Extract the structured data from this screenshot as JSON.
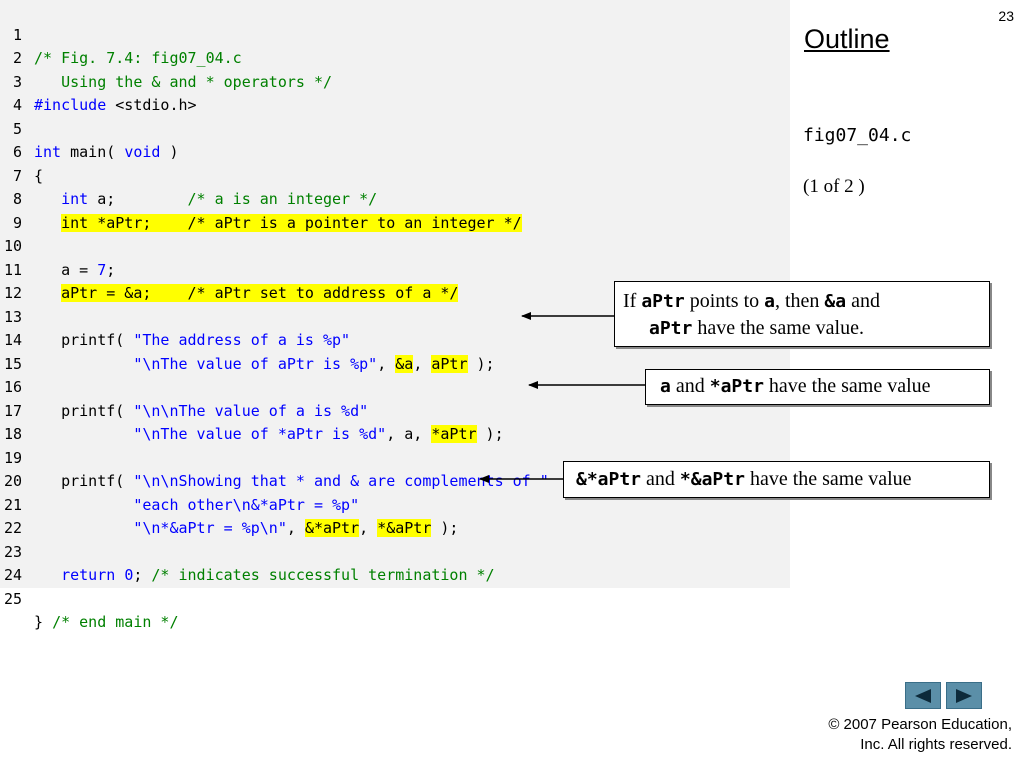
{
  "slide": {
    "number": "23",
    "outline_title": "Outline",
    "file_name": "fig07_04.c",
    "part": "(1 of 2 )"
  },
  "code": {
    "line_numbers": [
      "1",
      "2",
      "3",
      "4",
      "5",
      "6",
      "7",
      "8",
      "9",
      "10",
      "11",
      "12",
      "13",
      "14",
      "15",
      "16",
      "17",
      "18",
      "19",
      "20",
      "21",
      "22",
      "23",
      "24",
      "25"
    ],
    "l1": "/* Fig. 7.4: fig07_04.c",
    "l2": "   Using the & and * operators */",
    "l3_kw": "#include",
    "l3_rest": " <stdio.h>",
    "l5_kw1": "int",
    "l5_mid": " main( ",
    "l5_kw2": "void",
    "l5_end": " )",
    "l6": "{",
    "l7_indent": "   ",
    "l7_kw": "int",
    "l7_rest": " a;        ",
    "l7_cm": "/* a is an integer */",
    "l8_indent": "   ",
    "l8_text": "int *aPtr;    /* aPtr is a pointer to an integer */",
    "l10_indent": "   ",
    "l10_rest": "a = ",
    "l10_num": "7",
    "l10_end": ";",
    "l11_indent": "   ",
    "l11_text": "aPtr = &a;    /* aPtr set to address of a */",
    "l13_indent": "   ",
    "l13_fn": "printf( ",
    "l13_str": "\"The address of a is %p\"",
    "l14_indent": "           ",
    "l14_str": "\"\\nThe value of aPtr is %p\"",
    "l14_sep1": ", ",
    "l14_hl1": "&a",
    "l14_sep2": ", ",
    "l14_hl2": "aPtr",
    "l14_end": " );",
    "l16_indent": "   ",
    "l16_fn": "printf( ",
    "l16_str": "\"\\n\\nThe value of a is %d\"",
    "l17_indent": "           ",
    "l17_str": "\"\\nThe value of *aPtr is %d\"",
    "l17_sep": ", a, ",
    "l17_hl": "*aPtr",
    "l17_end": " );",
    "l19_indent": "   ",
    "l19_fn": "printf( ",
    "l19_str": "\"\\n\\nShowing that * and & are complements of \"",
    "l20_indent": "           ",
    "l20_str": "\"each other\\n&*aPtr = %p\"",
    "l21_indent": "           ",
    "l21_str": "\"\\n*&aPtr = %p\\n\"",
    "l21_sep1": ", ",
    "l21_hl1": "&*aPtr",
    "l21_sep2": ", ",
    "l21_hl2": "*&aPtr",
    "l21_end": " );",
    "l23_indent": "   ",
    "l23_kw": "return",
    "l23_sp": " ",
    "l23_num": "0",
    "l23_semi": "; ",
    "l23_cm": "/* indicates successful termination */",
    "l25_brace": "} ",
    "l25_cm": "/* end main */"
  },
  "callouts": {
    "c1_if": "If ",
    "c1_aptr": "aPtr",
    "c1_points": " points to ",
    "c1_a": "a",
    "c1_then": ", then ",
    "c1_amp_a": "&a",
    "c1_and": " and",
    "c1_aptr2": "aPtr",
    "c1_same": " have the same value.",
    "c2_a": "a",
    "c2_and": " and ",
    "c2_star_aptr": "*aPtr",
    "c2_same": " have the same value",
    "c3_amp_star": "&*aPtr",
    "c3_and": " and ",
    "c3_star_amp": "*&aPtr",
    "c3_same": " have the same value"
  },
  "navigation": {
    "prev_icon": "triangle-left-icon",
    "next_icon": "triangle-right-icon"
  },
  "footer": {
    "copyright_line1": "© 2007 Pearson Education,",
    "copyright_line2": "Inc.  All rights reserved."
  },
  "colors": {
    "comment": "#008000",
    "keyword": "#0000ff",
    "highlight": "#ffff00",
    "code_background": "#f2f2f2"
  }
}
